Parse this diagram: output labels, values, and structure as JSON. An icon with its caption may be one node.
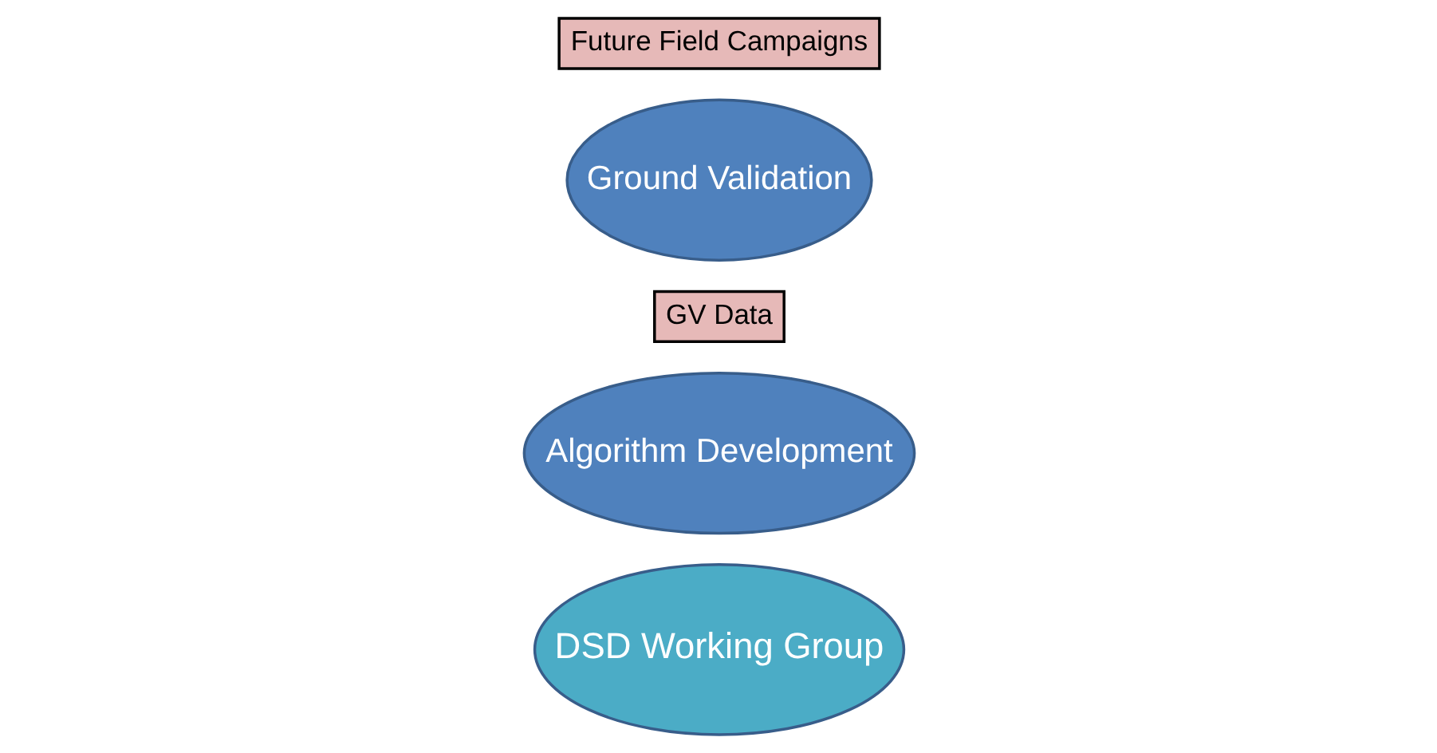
{
  "diagram": {
    "nodes": [
      {
        "text": [
          "DSD Working Group"
        ]
      },
      {
        "text": [
          "Algorithm Development"
        ]
      },
      {
        "text": [
          "GV Data"
        ]
      },
      {
        "text": [
          "Ground Validation"
        ]
      },
      {
        "text": [
          "Future Field Campaigns"
        ]
      }
    ]
  }
}
